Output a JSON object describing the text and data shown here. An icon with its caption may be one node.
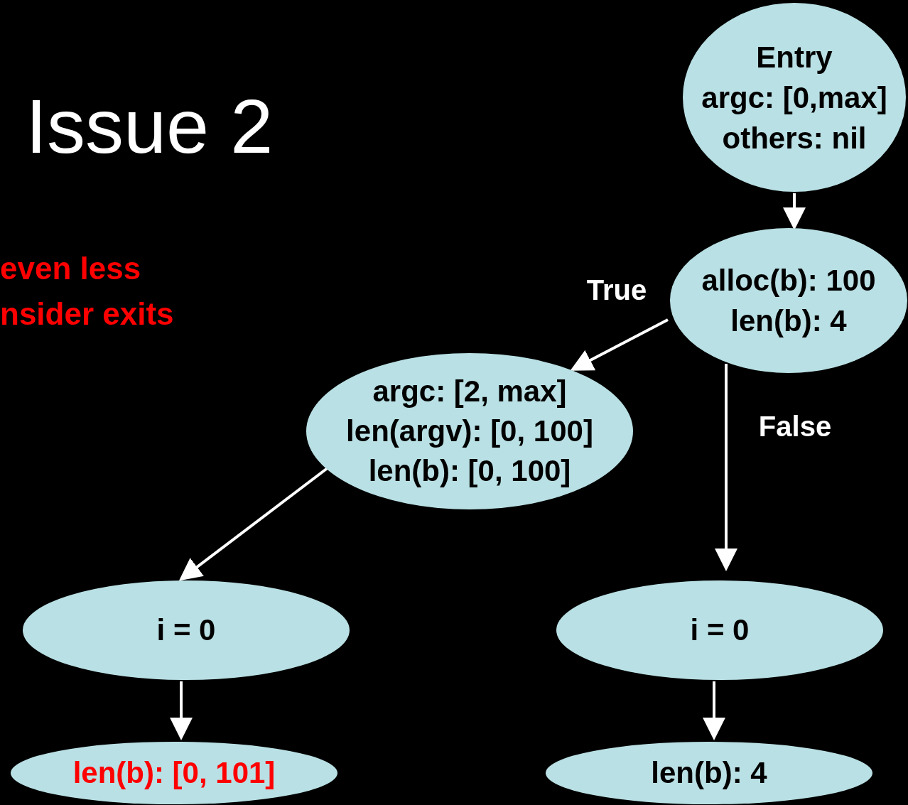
{
  "diagram": {
    "title": "Issue 2",
    "nodes": [
      {
        "text": [
          "Entry",
          "argc: [0,max]",
          "others: nil"
        ]
      },
      {
        "text": [
          "alloc(b): 100",
          "len(b): 4"
        ]
      },
      {
        "text": [
          "argc: [2, max]",
          "len(argv): [0, 100]",
          "len(b): [0, 100]"
        ]
      },
      {
        "text": [
          "i = 0"
        ]
      },
      {
        "text": [
          "len(b): [0, 101]"
        ]
      },
      {
        "text": [
          "i = 0"
        ]
      },
      {
        "text": [
          "len(b): 4"
        ]
      }
    ],
    "edges": [
      {
        "from": 0,
        "to": 1,
        "arrow": "to"
      },
      {
        "from": 1,
        "to": 2,
        "arrow": "to",
        "label": "True"
      },
      {
        "from": 1,
        "to": 5,
        "arrow": "to",
        "label": "False"
      },
      {
        "from": 2,
        "to": 3,
        "arrow": "to"
      },
      {
        "from": 3,
        "to": 4,
        "arrow": "to"
      },
      {
        "from": 5,
        "to": 6,
        "arrow": "to"
      }
    ],
    "labels": [
      "even less",
      "nsider exits"
    ]
  }
}
